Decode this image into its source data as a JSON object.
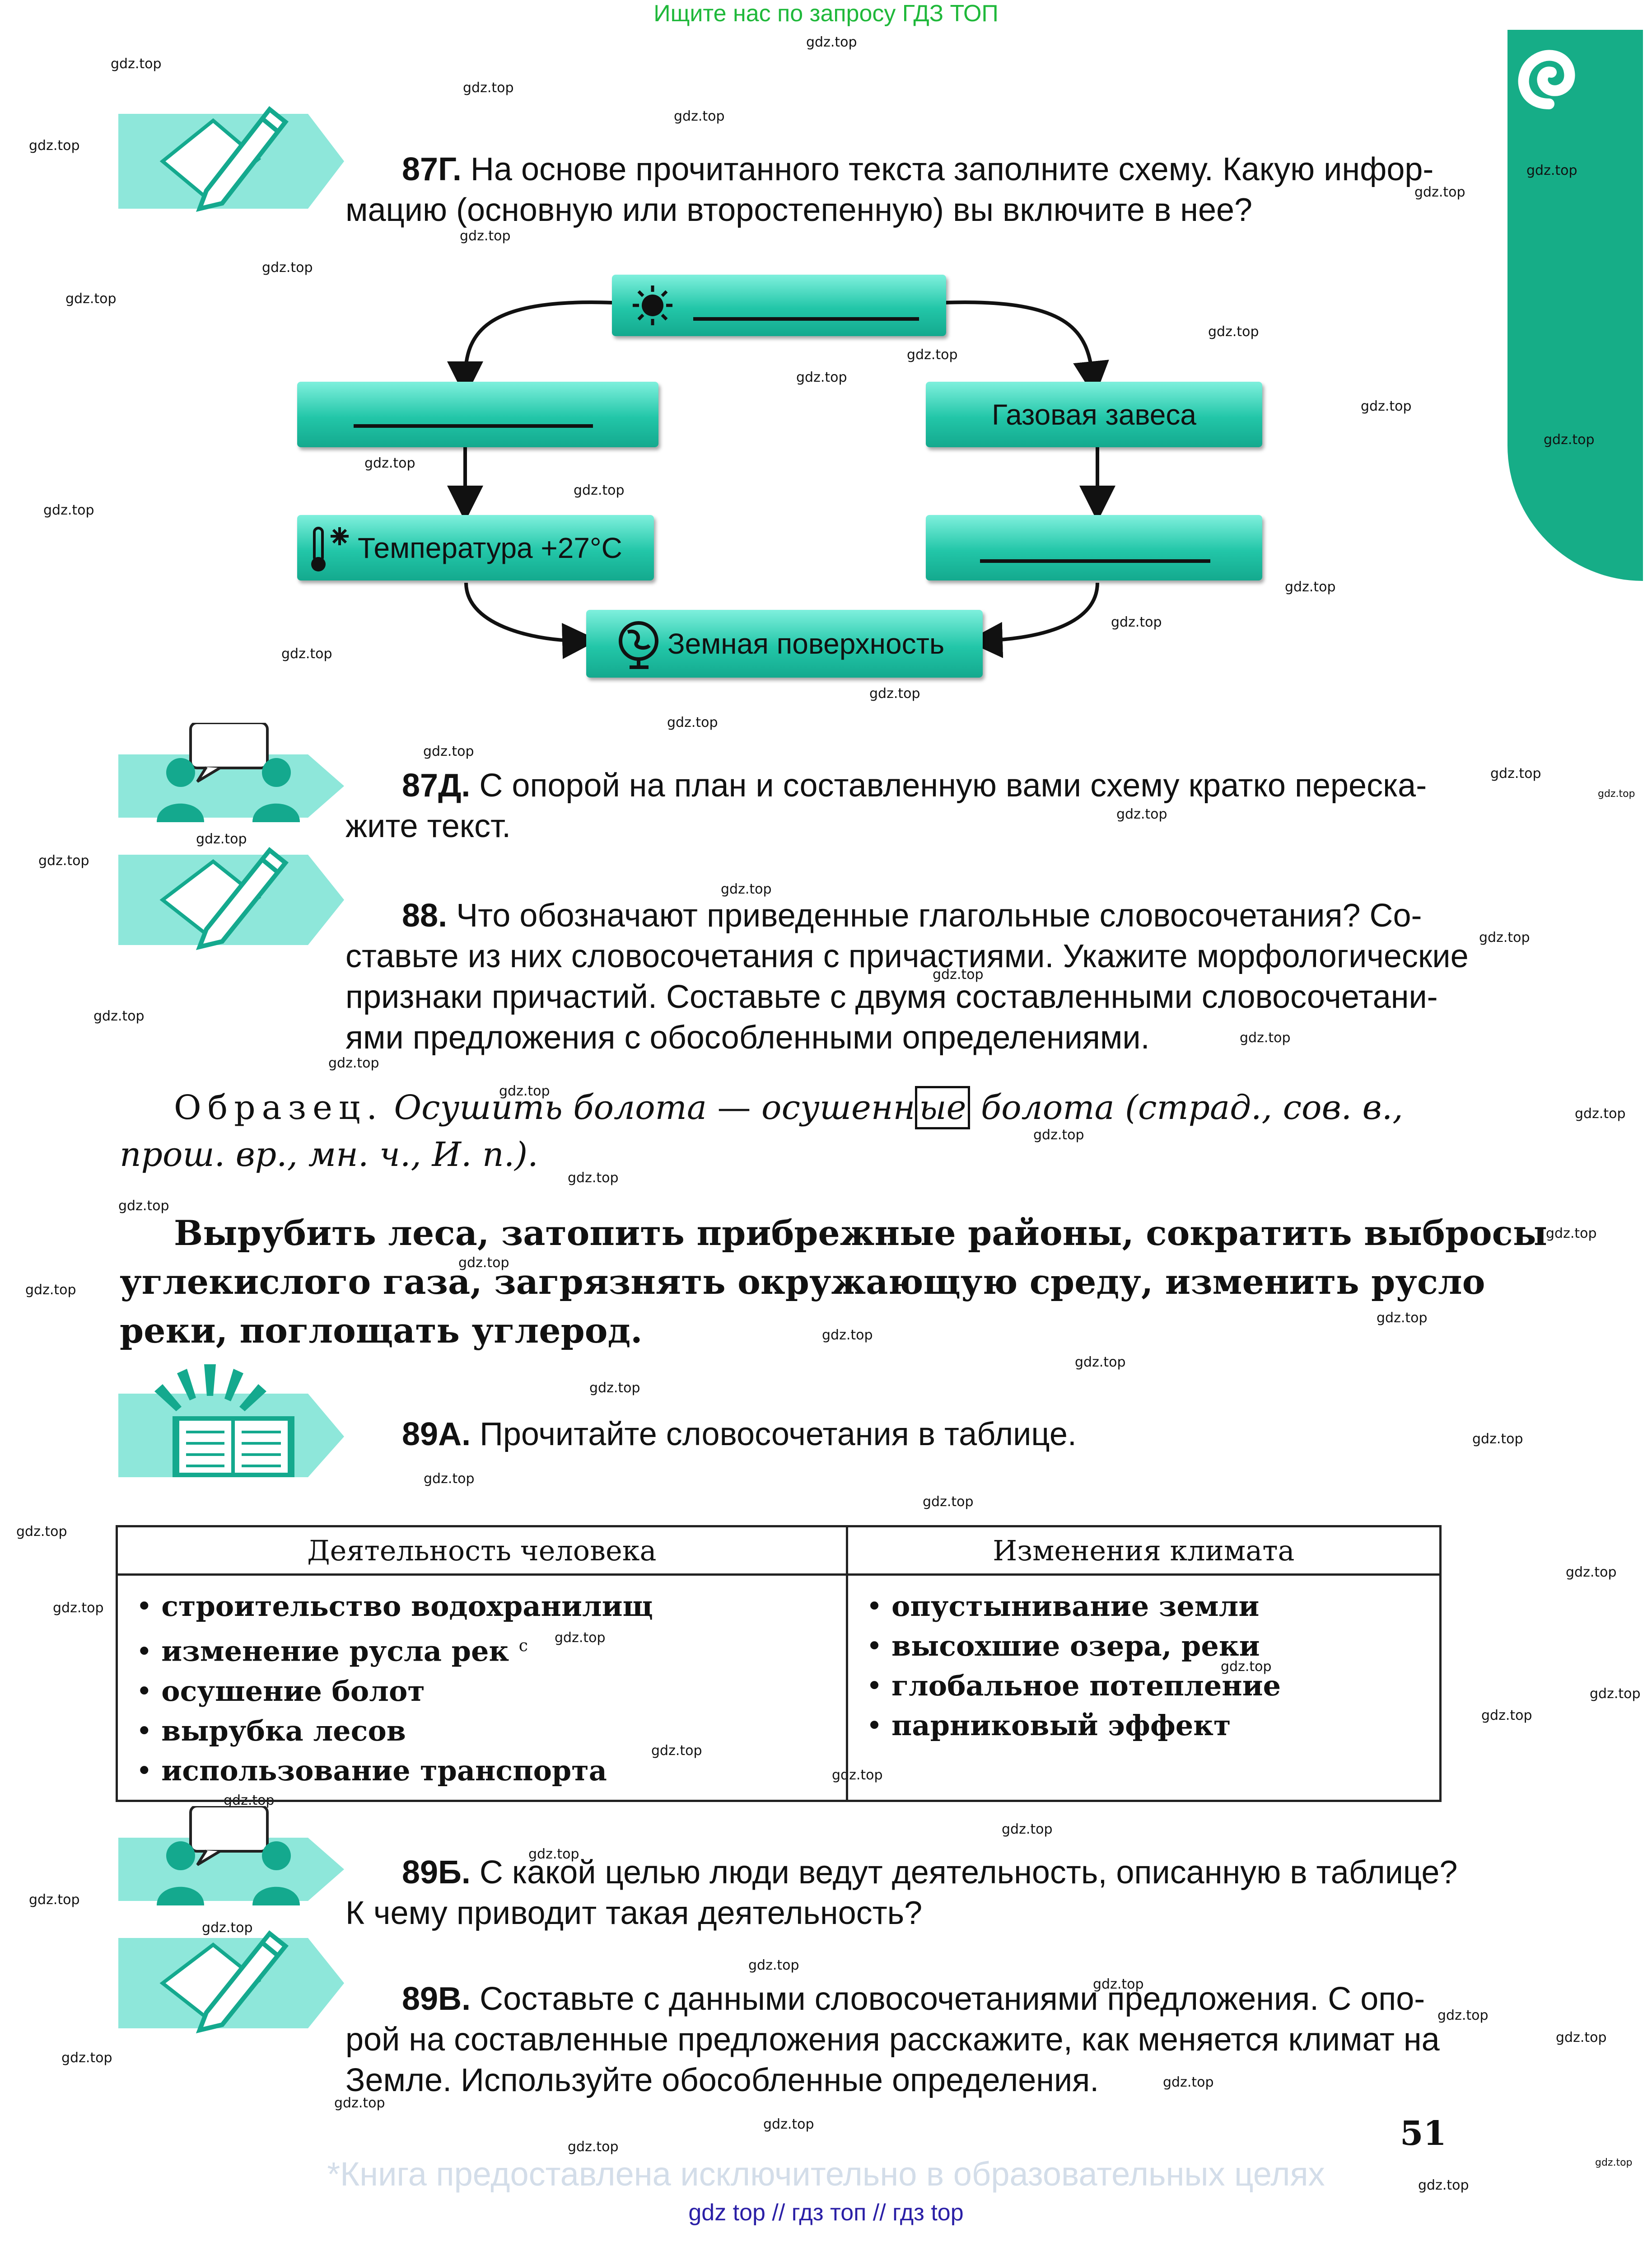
{
  "header_banner": "Ищите нас по запросу ГДЗ ТОП",
  "watermark": "gdz.top",
  "task_87g": {
    "number": "87Г.",
    "line1": "На основе прочитанного текста заполните схему. Какую инфор-",
    "line2": "мацию (основную или второстепенную) вы включите в нее?"
  },
  "scheme": {
    "gas_curtain": "Газовая завеса",
    "temperature": "Температура +27°С",
    "earth_surface": "Земная поверхность"
  },
  "task_87d": {
    "number": "87Д.",
    "line1": "С опорой на план и составленную вами схему кратко переска-",
    "line2": "жите текст."
  },
  "task_88": {
    "number": "88.",
    "line1": "Что обозначают приведенные глагольные словосочетания? Со-",
    "line2": "ставьте из них словосочетания с причастиями. Укажите морфологические",
    "line3": "признаки причастий. Составьте с двумя составленными словосочетани-",
    "line4": "ями предложения с обособленными определениями."
  },
  "sample": {
    "lead": "Образец.",
    "phrase1": "Осушить болота",
    "dash": "—",
    "participle_stem": "осушенн",
    "participle_ending": "ые",
    "phrase2": "болота (страд., сов. в.,",
    "line2": "прош. вр., мн. ч., И. п.)."
  },
  "exercise_text": {
    "line1": "Вырубить леса, затопить прибрежные районы, сократить выбросы",
    "line2": "углекислого газа, загрязнять окружающую среду, изменить русло",
    "line3": "реки, поглощать углерод."
  },
  "task_89a": {
    "number": "89А.",
    "text": "Прочитайте словосочетания в таблице."
  },
  "table": {
    "headers": [
      "Деятельность человека",
      "Изменения климата"
    ],
    "col1": [
      "строительство водохранилищ",
      "изменение русла рек",
      "осушение болот",
      "вырубка лесов",
      "использование транспорта"
    ],
    "col2": [
      "опустынивание земли",
      "высохшие озера, реки",
      "глобальное потепление",
      "парниковый эффект"
    ],
    "stress_mark": "с"
  },
  "task_89b": {
    "number": "89Б.",
    "line1": "С какой целью люди ведут деятельность, описанную в таблице?",
    "line2": "К чему приводит такая деятельность?"
  },
  "task_89v": {
    "number": "89В.",
    "line1": "Составьте с данными словосочетаниями предложения. С опо-",
    "line2": "рой на составленные предложения расскажите, как меняется климат на",
    "line3": "Земле. Используйте обособленные определения."
  },
  "page_number": "51",
  "disclaimer": "*Книга предоставлена исключительно в образовательных целях",
  "footer_links": "gdz top  //  гдз топ  //  гдз top",
  "colors": {
    "accent_green": "#16ad87",
    "box_top": "#7ff0dd",
    "box_bottom": "#14a98e",
    "banner_green": "#1fb83a",
    "footer_blue": "#2a1fa6"
  },
  "icons": [
    "pencil-paper-icon",
    "dialogue-icon",
    "reading-book-icon",
    "sun-icon",
    "thermometer-icon",
    "globe-icon",
    "spiral-logo-icon"
  ]
}
